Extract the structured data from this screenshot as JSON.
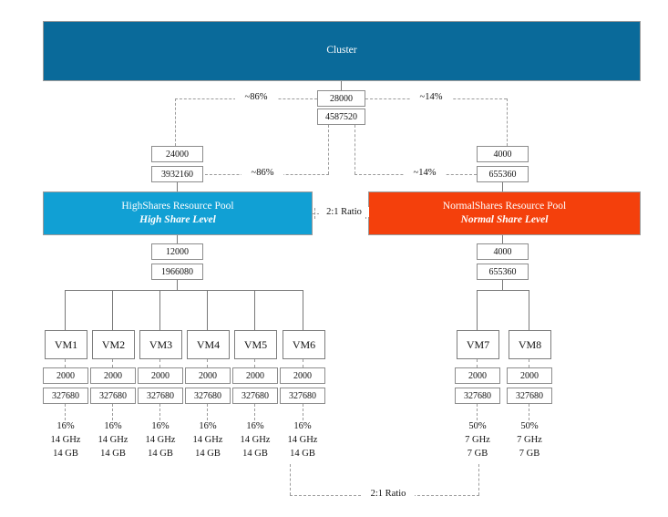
{
  "diagram": {
    "cluster": {
      "label": "Cluster",
      "color": "#0a6a9a",
      "shares": "28000",
      "memory": "4587520"
    },
    "branches": {
      "left_percent": "~86%",
      "right_percent": "~14%",
      "left_percent_mem": "~86%",
      "right_percent_mem": "~14%"
    },
    "pools": [
      {
        "name": "HighShares Resource Pool",
        "share_level": "High Share Level",
        "color": "#11a0d4",
        "cpu_shares_top": "24000",
        "mem_shares_top": "3932160",
        "cpu_shares_child": "12000",
        "mem_shares_child": "1966080"
      },
      {
        "name": "NormalShares Resource Pool",
        "share_level": "Normal Share Level",
        "color": "#f4400c",
        "cpu_shares_top": "4000",
        "mem_shares_top": "655360",
        "cpu_shares_child": "4000",
        "mem_shares_child": "655360"
      }
    ],
    "pool_ratio_label": "2:1 Ratio",
    "bottom_ratio_label": "2:1 Ratio",
    "vms_left": [
      {
        "name": "VM1",
        "cpu_shares": "2000",
        "mem_shares": "327680",
        "percent": "16%",
        "ghz": "14 GHz",
        "gb": "14 GB"
      },
      {
        "name": "VM2",
        "cpu_shares": "2000",
        "mem_shares": "327680",
        "percent": "16%",
        "ghz": "14 GHz",
        "gb": "14 GB"
      },
      {
        "name": "VM3",
        "cpu_shares": "2000",
        "mem_shares": "327680",
        "percent": "16%",
        "ghz": "14 GHz",
        "gb": "14 GB"
      },
      {
        "name": "VM4",
        "cpu_shares": "2000",
        "mem_shares": "327680",
        "percent": "16%",
        "ghz": "14 GHz",
        "gb": "14 GB"
      },
      {
        "name": "VM5",
        "cpu_shares": "2000",
        "mem_shares": "327680",
        "percent": "16%",
        "ghz": "14 GHz",
        "gb": "14 GB"
      },
      {
        "name": "VM6",
        "cpu_shares": "2000",
        "mem_shares": "327680",
        "percent": "16%",
        "ghz": "14 GHz",
        "gb": "14 GB"
      }
    ],
    "vms_right": [
      {
        "name": "VM7",
        "cpu_shares": "2000",
        "mem_shares": "327680",
        "percent": "50%",
        "ghz": "7 GHz",
        "gb": "7 GB"
      },
      {
        "name": "VM8",
        "cpu_shares": "2000",
        "mem_shares": "327680",
        "percent": "50%",
        "ghz": "7 GHz",
        "gb": "7 GB"
      }
    ]
  }
}
